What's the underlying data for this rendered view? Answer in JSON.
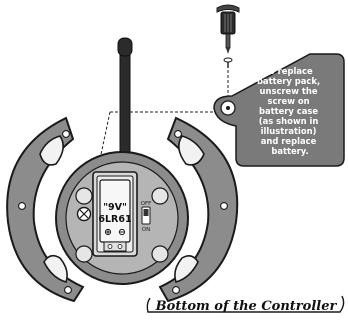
{
  "callout": {
    "lines": [
      "To replace",
      "battery pack,",
      "unscrew the",
      "screw on",
      "battery case",
      "(as shown in",
      "illustration)",
      "and replace",
      "battery."
    ]
  },
  "battery": {
    "line1": "\"9V\"",
    "line2": "6LR61",
    "plus_symbol": "⊕",
    "minus_symbol": "⊖"
  },
  "switch": {
    "off_label": "OFF",
    "on_label": "ON"
  },
  "caption": {
    "text": "Bottom of the Controller"
  },
  "colors": {
    "body_gray": "#8c8c8c",
    "dark_gray": "#6e6e6e",
    "outline": "#1a1a1a",
    "light_gray": "#d9d9d9",
    "antenna": "#2b2b2b",
    "callout_bg": "#7a7a7a"
  },
  "icons": {
    "screwdriver": "screwdriver-icon",
    "screw": "screw-icon"
  }
}
